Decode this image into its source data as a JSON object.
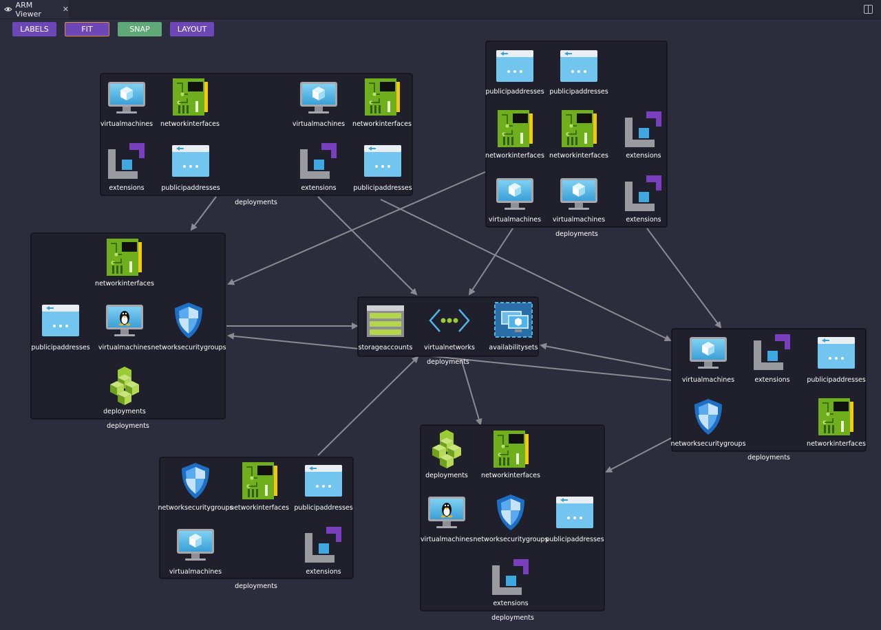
{
  "tab": {
    "title": "ARM Viewer",
    "close": "✕",
    "icon": "eye-icon"
  },
  "toolbar": {
    "labels": "LABELS",
    "fit": "FIT",
    "snap": "SNAP",
    "layout": "LAYOUT"
  },
  "colors": {
    "background": "#2b2d3c",
    "group": "#1f202c",
    "edge": "#8a8b93",
    "purple": "#6c47b5",
    "green": "#5fa877",
    "fit_border": "#e08a3a"
  },
  "groups": {
    "g1": {
      "caption": "deployments",
      "nodes": [
        "virtualmachines",
        "networkinterfaces",
        "extensions",
        "publicipaddresses",
        "virtualmachines",
        "networkinterfaces",
        "extensions",
        "publicipaddresses"
      ]
    },
    "g2": {
      "caption": "deployments",
      "nodes": [
        "publicipaddresses",
        "publicipaddresses",
        "networkinterfaces",
        "networkinterfaces",
        "extensions",
        "virtualmachines",
        "virtualmachines",
        "extensions"
      ]
    },
    "g3": {
      "caption": "deployments",
      "nodes": [
        "networkinterfaces",
        "publicipaddresses",
        "virtualmachines",
        "networksecuritygroups",
        "deployments"
      ]
    },
    "g4": {
      "caption": "deployments",
      "nodes": [
        "storageaccounts",
        "virtualnetworks",
        "availabilitysets"
      ]
    },
    "g5": {
      "caption": "deployments",
      "nodes": [
        "virtualmachines",
        "extensions",
        "publicipaddresses",
        "networksecuritygroups",
        "networkinterfaces"
      ]
    },
    "g6": {
      "caption": "deployments",
      "nodes": [
        "networksecuritygroups",
        "networkinterfaces",
        "publicipaddresses",
        "virtualmachines",
        "extensions"
      ]
    },
    "g7": {
      "caption": "deployments",
      "nodes": [
        "deployments",
        "networkinterfaces",
        "virtualmachines",
        "networksecuritygroups",
        "publicipaddresses",
        "extensions"
      ]
    }
  }
}
